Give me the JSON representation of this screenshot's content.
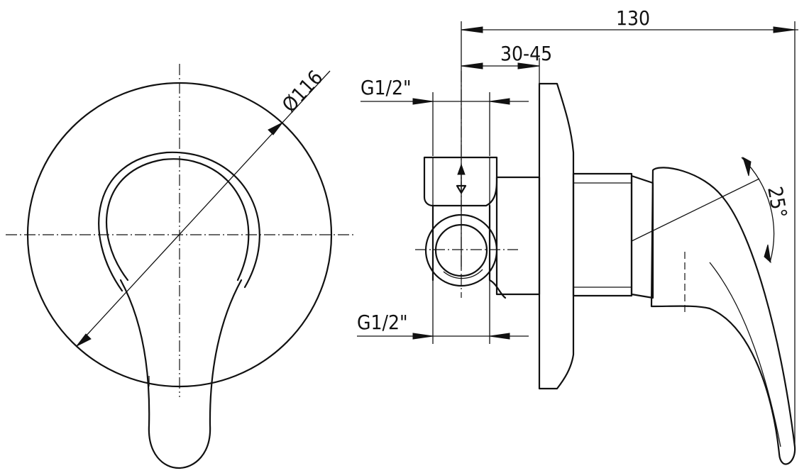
{
  "dimensions": {
    "overall_depth": "130",
    "wall_depth_range": "30-45",
    "diameter": "Ø116",
    "inlet_top": "G1/2\"",
    "inlet_bottom": "G1/2\"",
    "lever_angle": "25°"
  }
}
